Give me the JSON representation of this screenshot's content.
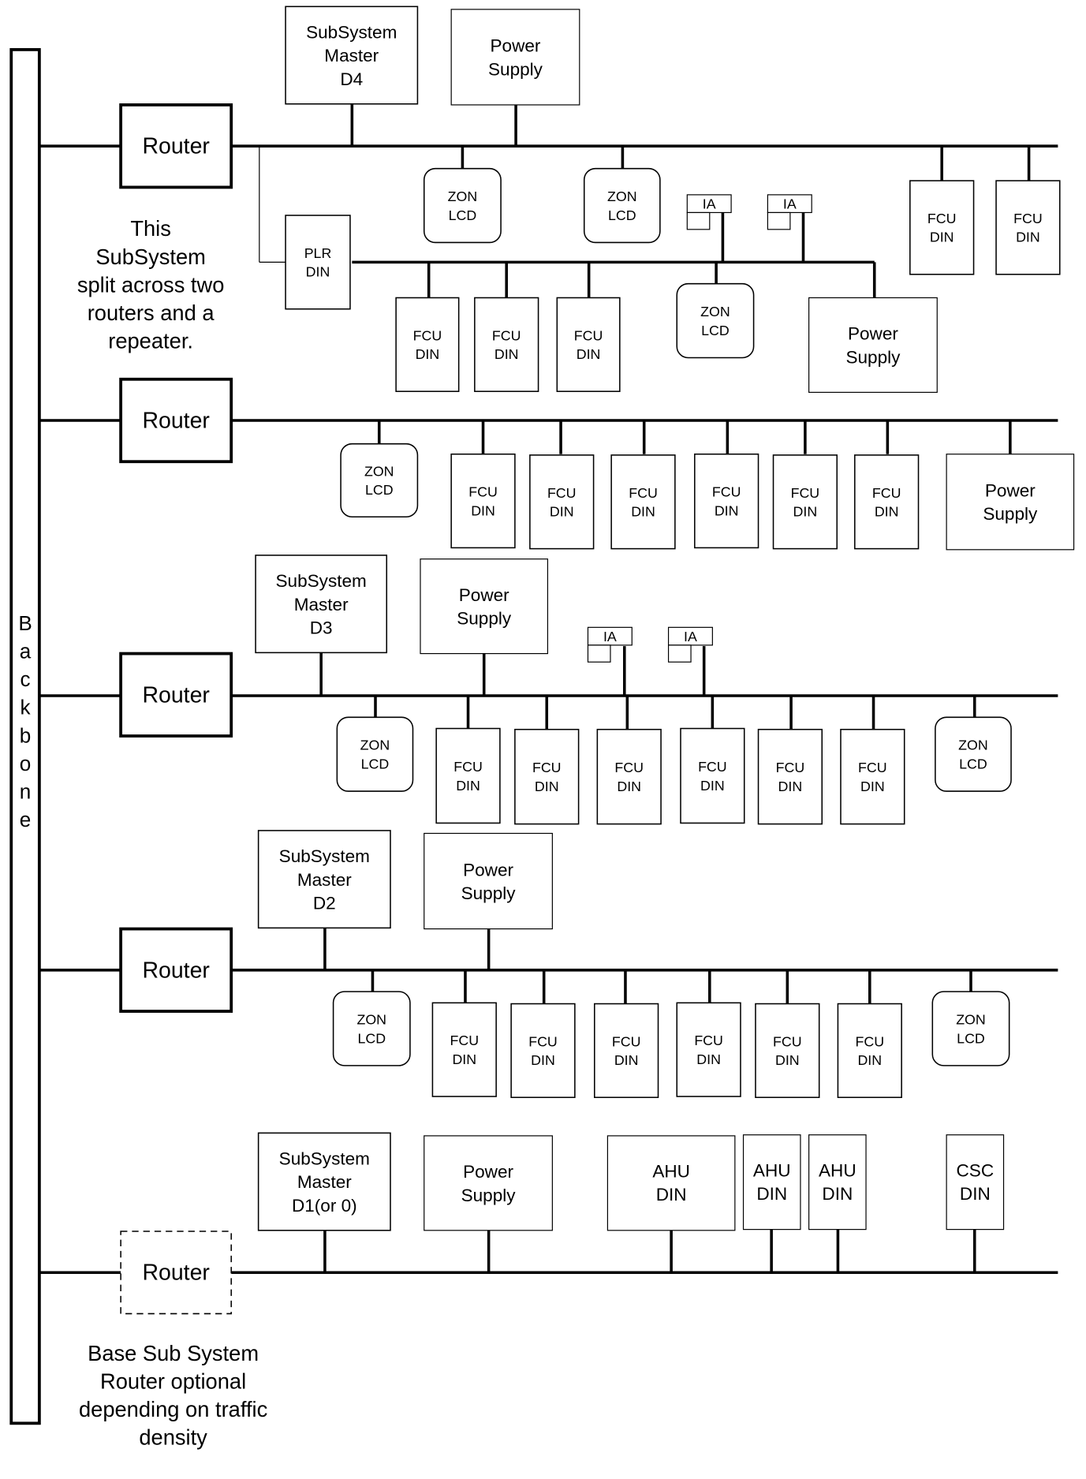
{
  "backbone": {
    "label": "Backbone"
  },
  "routers": [
    {
      "label": "Router"
    },
    {
      "label": "Router"
    },
    {
      "label": "Router"
    },
    {
      "label": "Router"
    },
    {
      "label": "Router"
    }
  ],
  "notes": {
    "split": [
      "This",
      "SubSystem",
      "split across two",
      "routers and a",
      "repeater."
    ],
    "base": [
      "Base Sub System",
      "Router optional",
      "depending on traffic",
      "density"
    ]
  },
  "labels": {
    "ss_d4": [
      "SubSystem",
      "Master",
      "D4"
    ],
    "ss_d3": [
      "SubSystem",
      "Master",
      "D3"
    ],
    "ss_d2": [
      "SubSystem",
      "Master",
      "D2"
    ],
    "ss_d1": [
      "SubSystem",
      "Master",
      "D1(or 0)"
    ],
    "power": [
      "Power",
      "Supply"
    ],
    "zon": [
      "ZON",
      "LCD"
    ],
    "fcu": [
      "FCU",
      "DIN"
    ],
    "plr": [
      "PLR",
      "DIN"
    ],
    "ahu": [
      "AHU",
      "DIN"
    ],
    "csc": [
      "CSC",
      "DIN"
    ],
    "ia": "IA"
  }
}
